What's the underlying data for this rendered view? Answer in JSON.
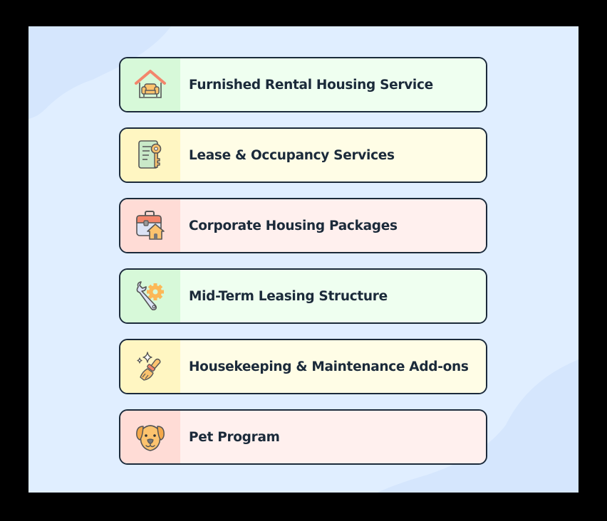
{
  "panel": {
    "background": "#e0eeff",
    "accent_blob": "#d5e6fd"
  },
  "items": [
    {
      "label": "Furnished Rental Housing Service",
      "icon": "house-armchair-icon",
      "theme": "green"
    },
    {
      "label": "Lease & Occupancy Services",
      "icon": "document-key-icon",
      "theme": "yellow"
    },
    {
      "label": "Corporate Housing Packages",
      "icon": "briefcase-house-icon",
      "theme": "red"
    },
    {
      "label": "Mid-Term Leasing Structure",
      "icon": "wrench-gear-icon",
      "theme": "green"
    },
    {
      "label": "Housekeeping & Maintenance Add-ons",
      "icon": "broom-sparkle-icon",
      "theme": "yellow"
    },
    {
      "label": "Pet Program",
      "icon": "dog-face-icon",
      "theme": "red"
    }
  ],
  "colors": {
    "border": "#1b2a3a",
    "text": "#1b2a3a",
    "green_icon_bg": "#d7f9d9",
    "green_label_bg": "#effff0",
    "yellow_icon_bg": "#fff6c2",
    "yellow_label_bg": "#fffde6",
    "red_icon_bg": "#ffdcd6",
    "red_label_bg": "#fff0ee"
  }
}
